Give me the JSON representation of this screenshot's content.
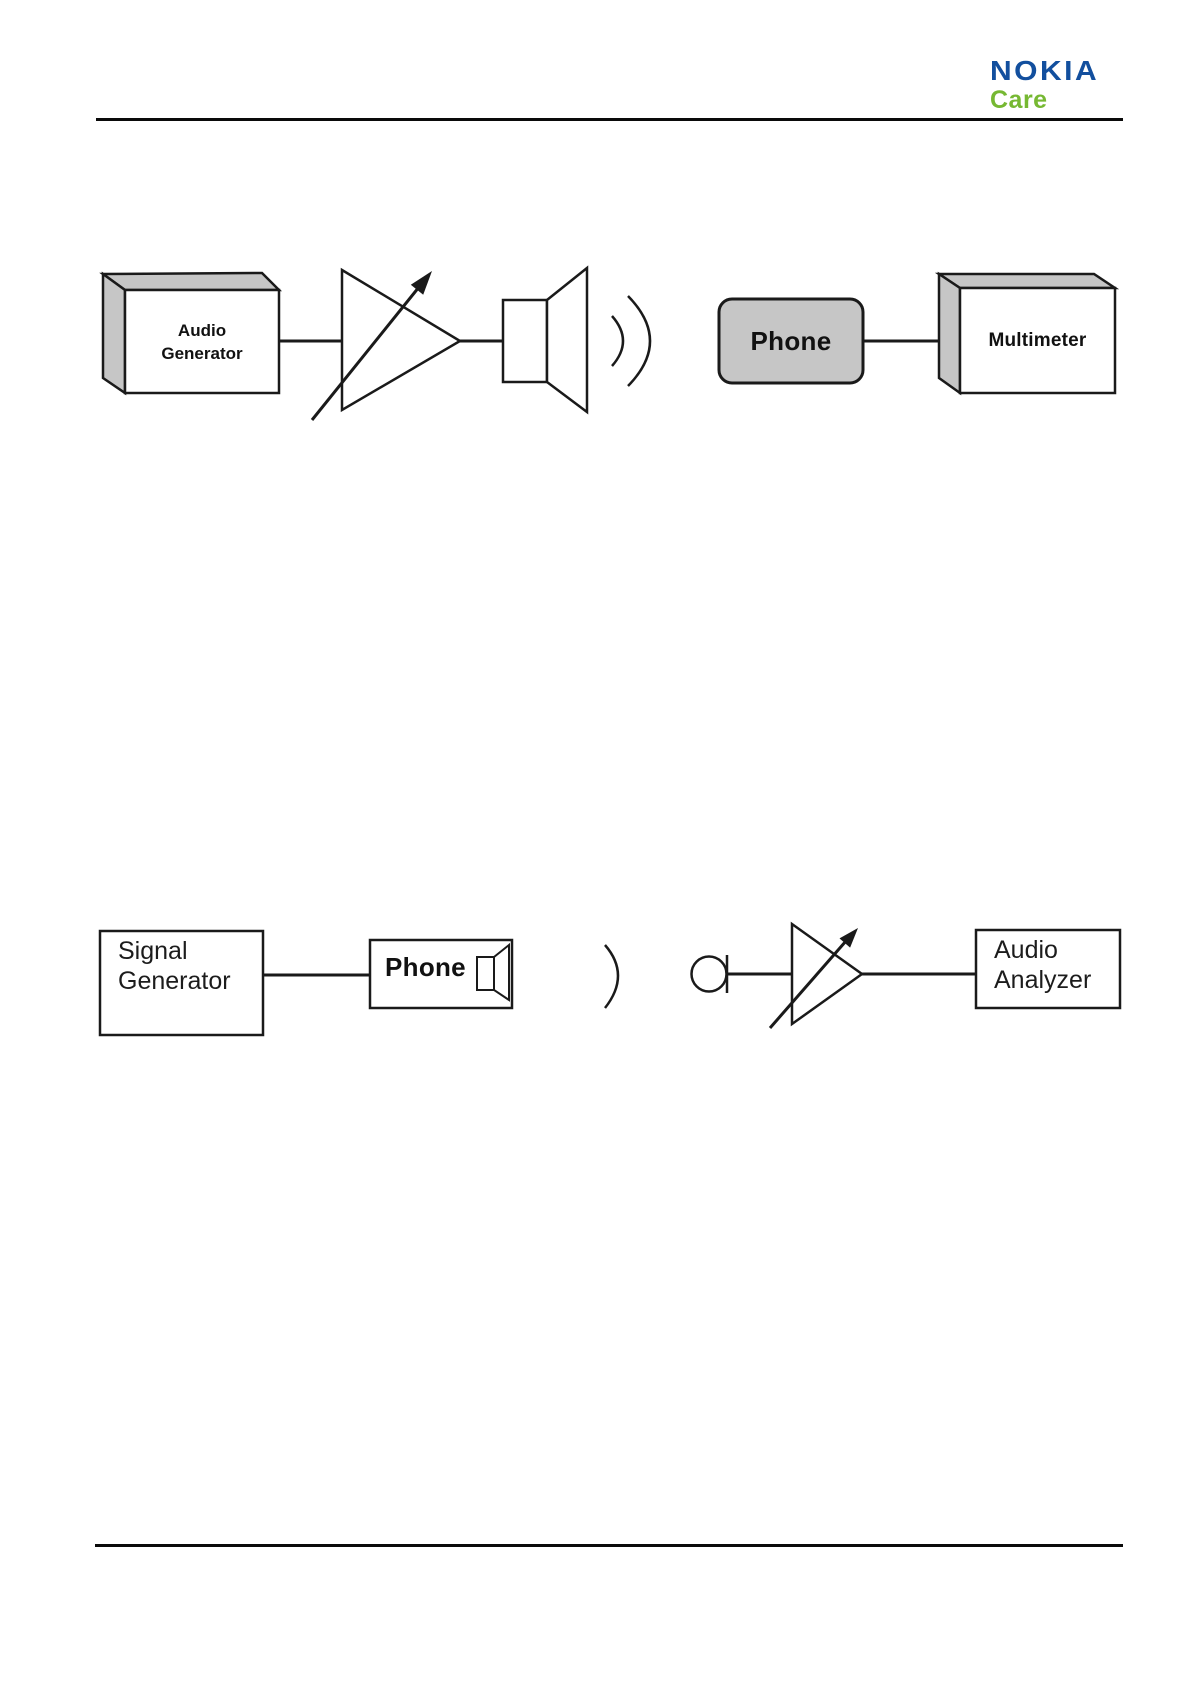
{
  "brand": {
    "wordmark": "NOKIA",
    "tagline": "Care",
    "nokia_blue": "#124f9e",
    "care_green": "#76b832"
  },
  "colors": {
    "box_gray": "#c6c6c6",
    "stroke": "#1a1a1a",
    "background": "#ffffff"
  },
  "diagram_top": {
    "audio_generator": {
      "line1": "Audio",
      "line2": "Generator"
    },
    "phone_label": "Phone",
    "multimeter_label": "Multimeter",
    "icons": [
      "variable-amplifier-icon",
      "loudspeaker-icon",
      "sound-waves-icon"
    ]
  },
  "diagram_bottom": {
    "signal_generator": {
      "line1": "Signal",
      "line2": "Generator"
    },
    "phone_label": "Phone",
    "audio_analyzer": {
      "line1": "Audio",
      "line2": "Analyzer"
    },
    "icons": [
      "loudspeaker-icon",
      "sound-wave-icon",
      "microphone-icon",
      "variable-amplifier-icon"
    ]
  }
}
